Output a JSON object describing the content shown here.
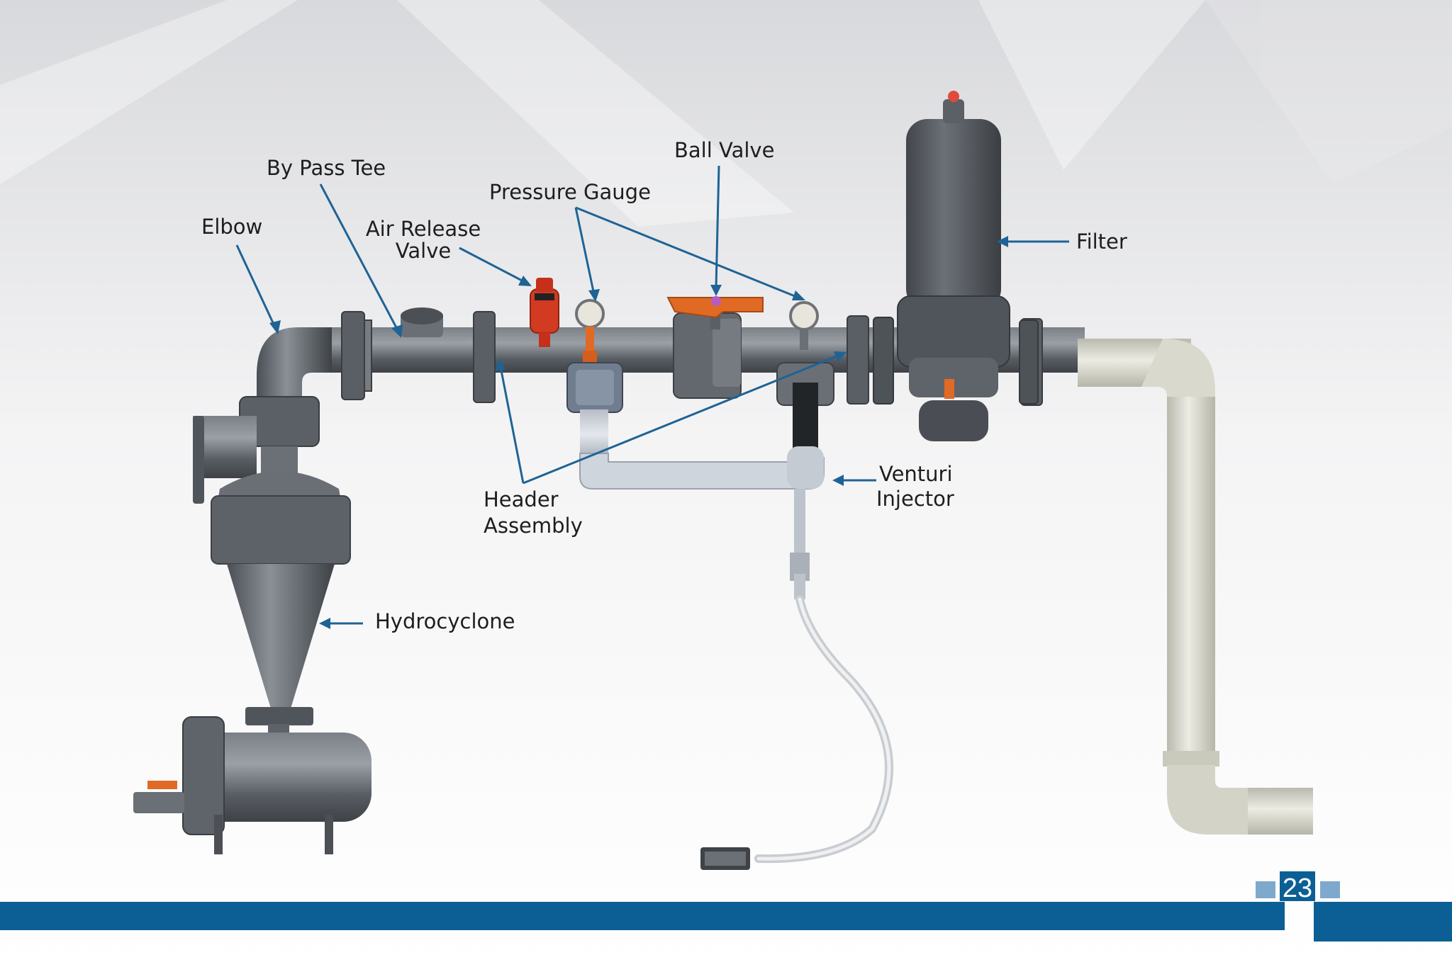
{
  "labels": {
    "elbow": "Elbow",
    "bypass_tee": "By Pass Tee",
    "air_release_1": "Air Release",
    "air_release_2": "Valve",
    "pressure_gauge": "Pressure Gauge",
    "ball_valve": "Ball Valve",
    "filter": "Filter",
    "header_1": "Header",
    "header_2": "Assembly",
    "venturi_1": "Venturi",
    "venturi_2": "Injector",
    "hydrocyclone": "Hydrocyclone"
  },
  "page_number": "23",
  "colors": {
    "accent_blue": "#0b5f94",
    "arrow_blue": "#1f6394",
    "pipe_grey": "#5c6167",
    "valve_orange": "#e06a24",
    "pipe_cream": "#d8d8cc"
  }
}
